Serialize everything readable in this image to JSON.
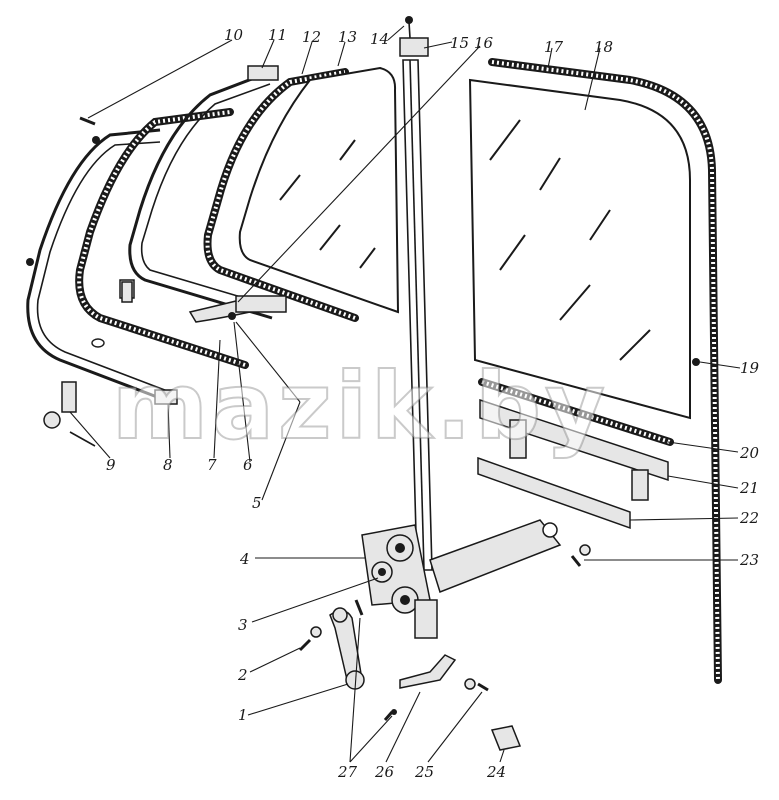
{
  "watermark": "mazik.by",
  "callouts": [
    {
      "id": "c1",
      "text": "1"
    },
    {
      "id": "c2",
      "text": "2"
    },
    {
      "id": "c3",
      "text": "3"
    },
    {
      "id": "c4",
      "text": "4"
    },
    {
      "id": "c5",
      "text": "5"
    },
    {
      "id": "c6",
      "text": "6"
    },
    {
      "id": "c7",
      "text": "7"
    },
    {
      "id": "c8",
      "text": "8"
    },
    {
      "id": "c9",
      "text": "9"
    },
    {
      "id": "c10",
      "text": "10"
    },
    {
      "id": "c11",
      "text": "11"
    },
    {
      "id": "c12",
      "text": "12"
    },
    {
      "id": "c13",
      "text": "13"
    },
    {
      "id": "c14",
      "text": "14"
    },
    {
      "id": "c15",
      "text": "15"
    },
    {
      "id": "c16",
      "text": "16"
    },
    {
      "id": "c17",
      "text": "17"
    },
    {
      "id": "c18",
      "text": "18"
    },
    {
      "id": "c19",
      "text": "19"
    },
    {
      "id": "c20",
      "text": "20"
    },
    {
      "id": "c21",
      "text": "21"
    },
    {
      "id": "c22",
      "text": "22"
    },
    {
      "id": "c23",
      "text": "23"
    },
    {
      "id": "c24",
      "text": "24"
    },
    {
      "id": "c25",
      "text": "25"
    },
    {
      "id": "c26",
      "text": "26"
    },
    {
      "id": "c27",
      "text": "27"
    }
  ]
}
